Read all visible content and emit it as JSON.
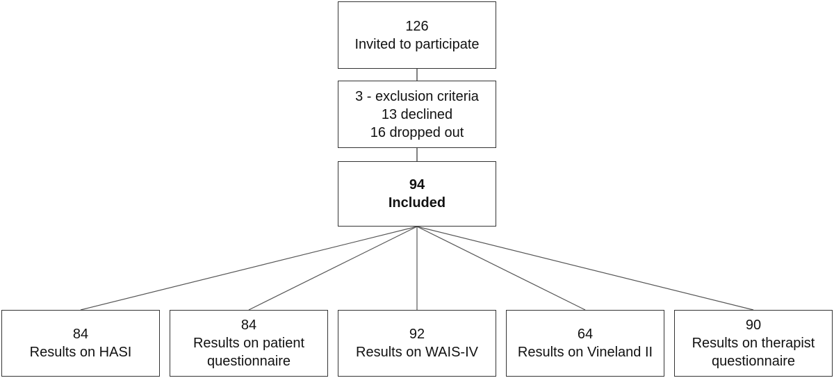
{
  "diagram": {
    "invited": {
      "count": "126",
      "label": "Invited to participate"
    },
    "excluded": {
      "lines": [
        "3 - exclusion criteria",
        "13 declined",
        "16 dropped out"
      ]
    },
    "included": {
      "count": "94",
      "label": "Included"
    },
    "results": [
      {
        "count": "84",
        "line1": "Results on HASI",
        "line2": ""
      },
      {
        "count": "84",
        "line1": "Results on patient",
        "line2": "questionnaire"
      },
      {
        "count": "92",
        "line1": "Results on WAIS-IV",
        "line2": ""
      },
      {
        "count": "64",
        "line1": "Results on Vineland II",
        "line2": ""
      },
      {
        "count": "90",
        "line1": "Results on therapist",
        "line2": "questionnaire"
      }
    ]
  },
  "colors": {
    "border": "#333333",
    "line": "#555555",
    "background": "#ffffff"
  }
}
